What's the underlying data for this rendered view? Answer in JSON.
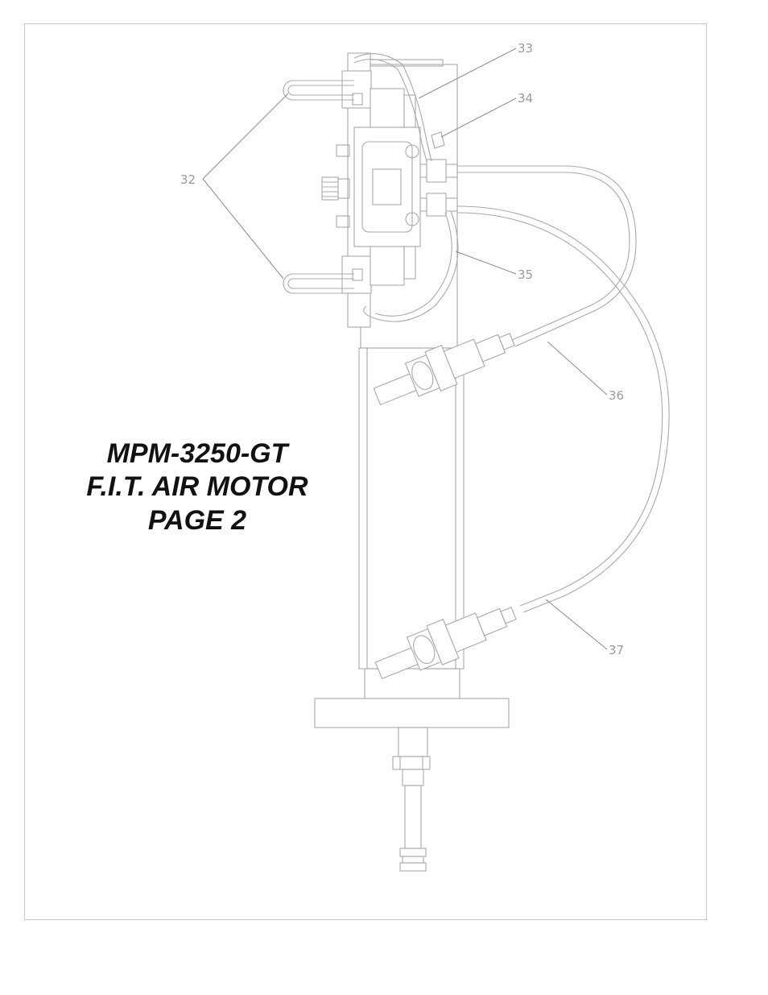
{
  "title": {
    "line1": "MPM-3250-GT",
    "line2": "F.I.T. AIR MOTOR",
    "line3": "PAGE 2"
  },
  "callouts": [
    "32",
    "33",
    "34",
    "35",
    "36",
    "37"
  ],
  "colors": {
    "line": "#a9a9a9",
    "text": "#111111",
    "frame": "#c8c8c8"
  }
}
